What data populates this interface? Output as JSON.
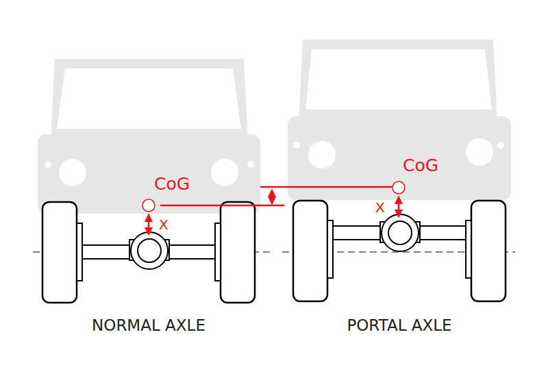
{
  "diagram": {
    "labels": [
      "CoG",
      "X",
      "NORMAL AXLE",
      "CoG",
      "X",
      "PORTAL AXLE"
    ]
  }
}
